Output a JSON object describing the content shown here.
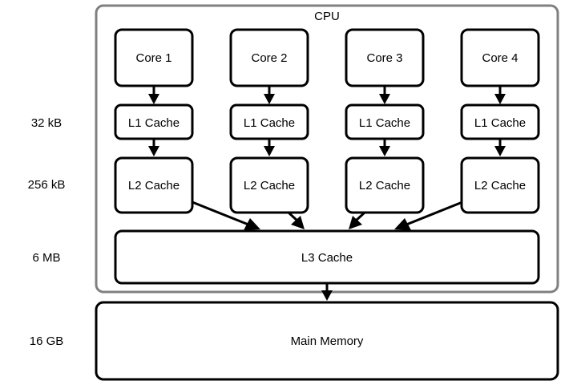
{
  "cpu": {
    "title": "CPU"
  },
  "cores": [
    {
      "core_label": "Core 1",
      "l1_label": "L1 Cache",
      "l2_label": "L2 Cache"
    },
    {
      "core_label": "Core 2",
      "l1_label": "L1 Cache",
      "l2_label": "L2 Cache"
    },
    {
      "core_label": "Core 3",
      "l1_label": "L1 Cache",
      "l2_label": "L2 Cache"
    },
    {
      "core_label": "Core 4",
      "l1_label": "L1 Cache",
      "l2_label": "L2 Cache"
    }
  ],
  "l3": {
    "label": "L3 Cache"
  },
  "main_memory": {
    "label": "Main Memory"
  },
  "sizes": {
    "l1": "32 kB",
    "l2": "256 kB",
    "l3": "6 MB",
    "memory": "16 GB"
  },
  "colors": {
    "cpu_frame": "#808080",
    "box_stroke": "#000000",
    "background": "#ffffff"
  }
}
